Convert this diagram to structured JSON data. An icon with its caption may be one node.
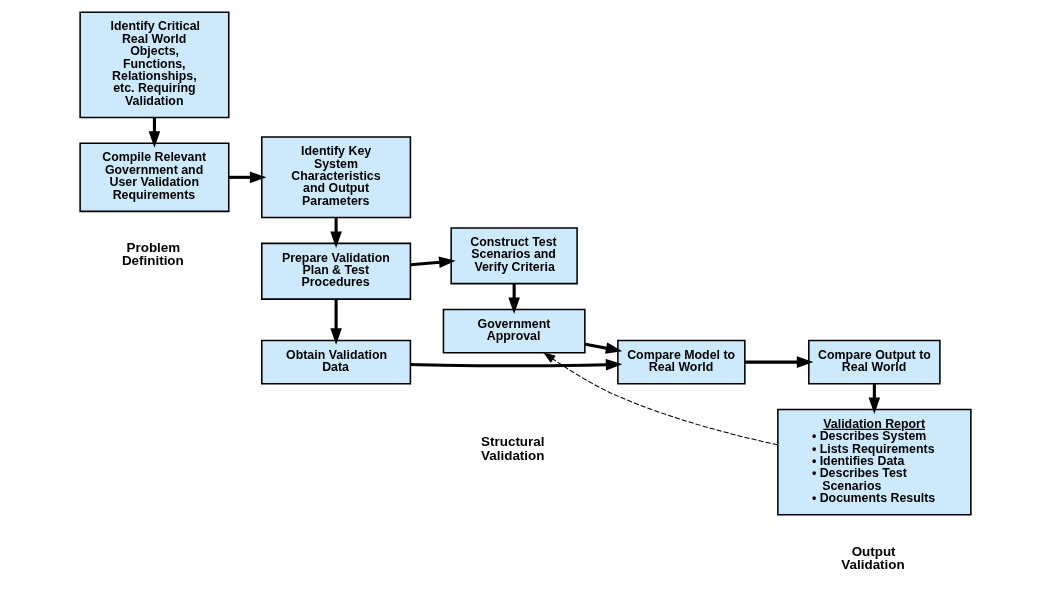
{
  "diagram": {
    "nodes": [
      {
        "text": [
          "Identify Critical Real World Objects, Functions, Relationships, etc. Requiring Validation"
        ]
      },
      {
        "text": [
          "Compile Relevant Government and User Validation Requirements"
        ]
      },
      {
        "text": [
          "Identify Key System Characteristics and Output Parameters"
        ]
      },
      {
        "text": [
          "Prepare Validation Plan & Test Procedures"
        ]
      },
      {
        "text": [
          "Obtain Validation Data"
        ]
      },
      {
        "text": [
          "Construct Test Scenarios and Verify Criteria"
        ]
      },
      {
        "text": [
          "Government Approval"
        ]
      },
      {
        "text": [
          "Compare Model to Real World"
        ]
      },
      {
        "text": [
          "Compare Output to Real World"
        ]
      },
      {
        "text": [
          "Validation Report",
          "• Describes System",
          "• Lists Requirements",
          "• Identifies Data",
          "• Describes Test Scenarios",
          "• Documents Results"
        ]
      }
    ],
    "edges": [
      {
        "from": 0,
        "to": 1,
        "arrow": "to"
      },
      {
        "from": 1,
        "to": 2,
        "arrow": "to"
      },
      {
        "from": 2,
        "to": 3,
        "arrow": "to"
      },
      {
        "from": 3,
        "to": 4,
        "arrow": "to"
      },
      {
        "from": 3,
        "to": 5,
        "arrow": "to"
      },
      {
        "from": 4,
        "to": 7,
        "arrow": "to"
      },
      {
        "from": 5,
        "to": 6,
        "arrow": "to"
      },
      {
        "from": 6,
        "to": 7,
        "arrow": "to"
      },
      {
        "from": 7,
        "to": 8,
        "arrow": "to"
      },
      {
        "from": 8,
        "to": 9,
        "arrow": "to"
      },
      {
        "from": 9,
        "to": 6,
        "arrow": "to",
        "style": "dashed"
      }
    ],
    "labels": [
      "Problem Definition",
      "Structural Validation",
      "Output Validation"
    ]
  }
}
